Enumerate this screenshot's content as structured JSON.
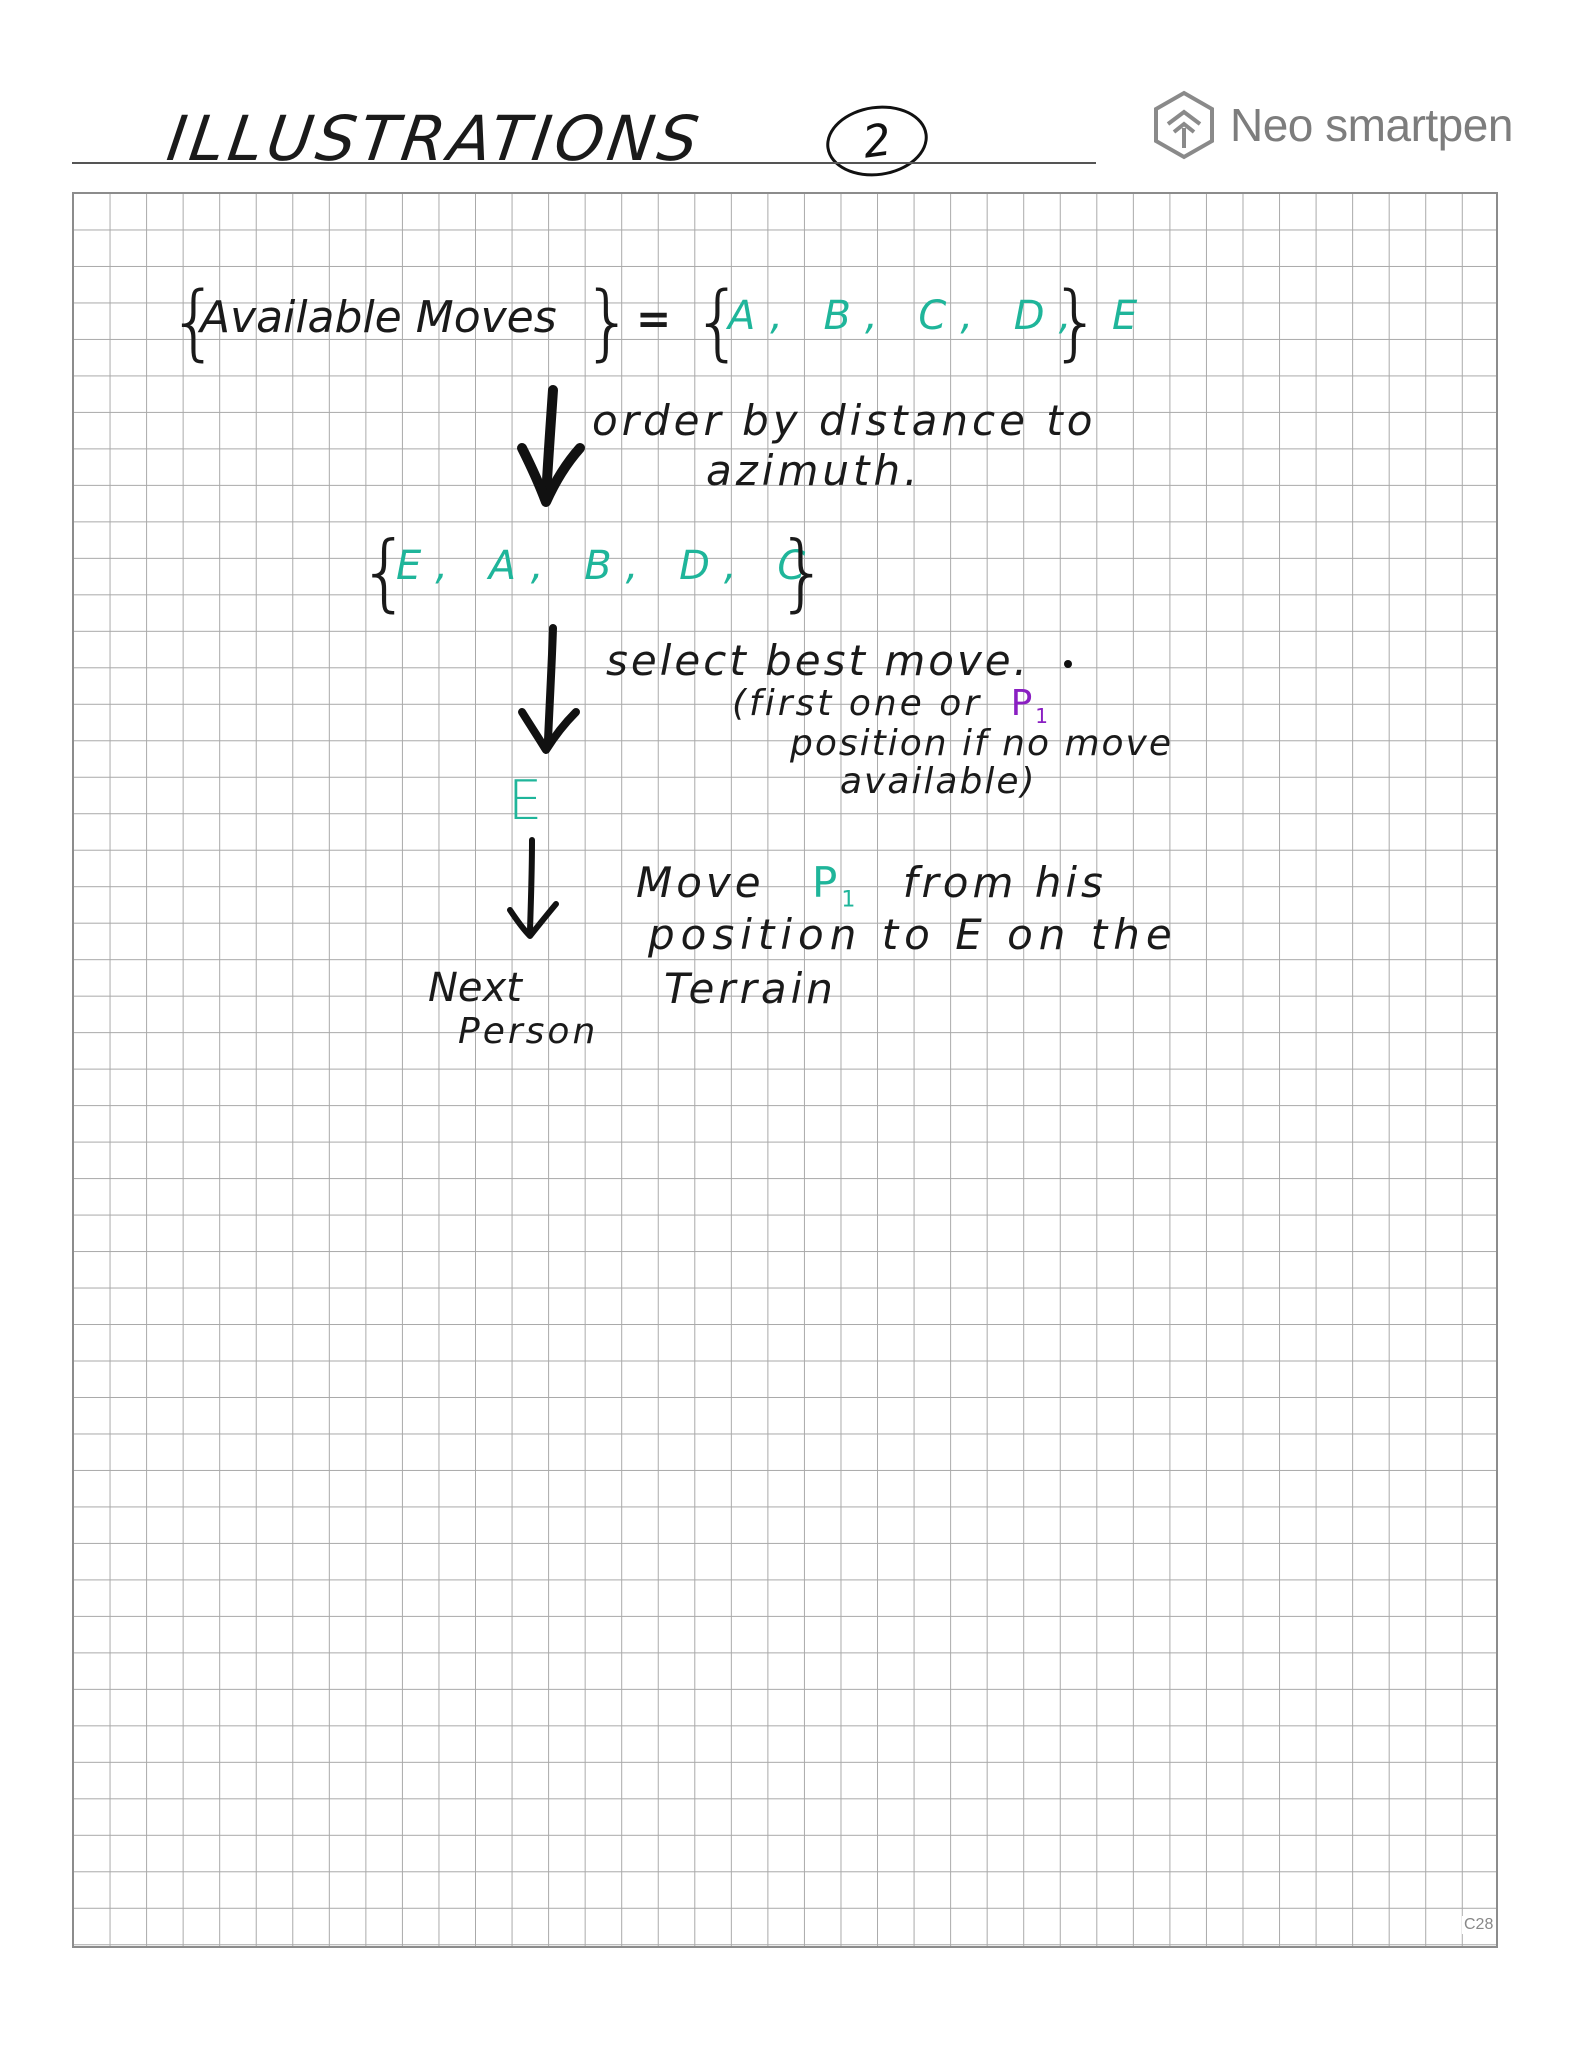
{
  "header": {
    "title": "ILLUSTRATIONS",
    "page_number": "2",
    "brand": "Neo smartpen",
    "brand_icon": "neo-smartpen-logo-icon",
    "page_code": "C28"
  },
  "notes": {
    "line1": {
      "left_set": "Available Moves",
      "equals": "=",
      "right_set": "A, B, C, D, E"
    },
    "step1": {
      "text_line1": "order by distance to",
      "text_line2": "azimuth."
    },
    "ordered_set": "E, A, B, D, C",
    "step2": {
      "line1": "select best move.",
      "line2": "(first one or",
      "line2_highlight": "P",
      "line2_highlight_sub": "1",
      "line3": "position if no move",
      "line4": "available)"
    },
    "selected": "E",
    "step3": {
      "line1_a": "Move",
      "line1_highlight": "P",
      "line1_highlight_sub": "1",
      "line1_b": "from his",
      "line2": "position to E on the",
      "line3": "Terrain"
    },
    "final": {
      "line1": "Next",
      "line2": "Person"
    }
  },
  "colors": {
    "ink": "#1a1a1a",
    "teal": "#1fb59a",
    "purple": "#8a1fc2",
    "grid": "#a9a9a9"
  }
}
